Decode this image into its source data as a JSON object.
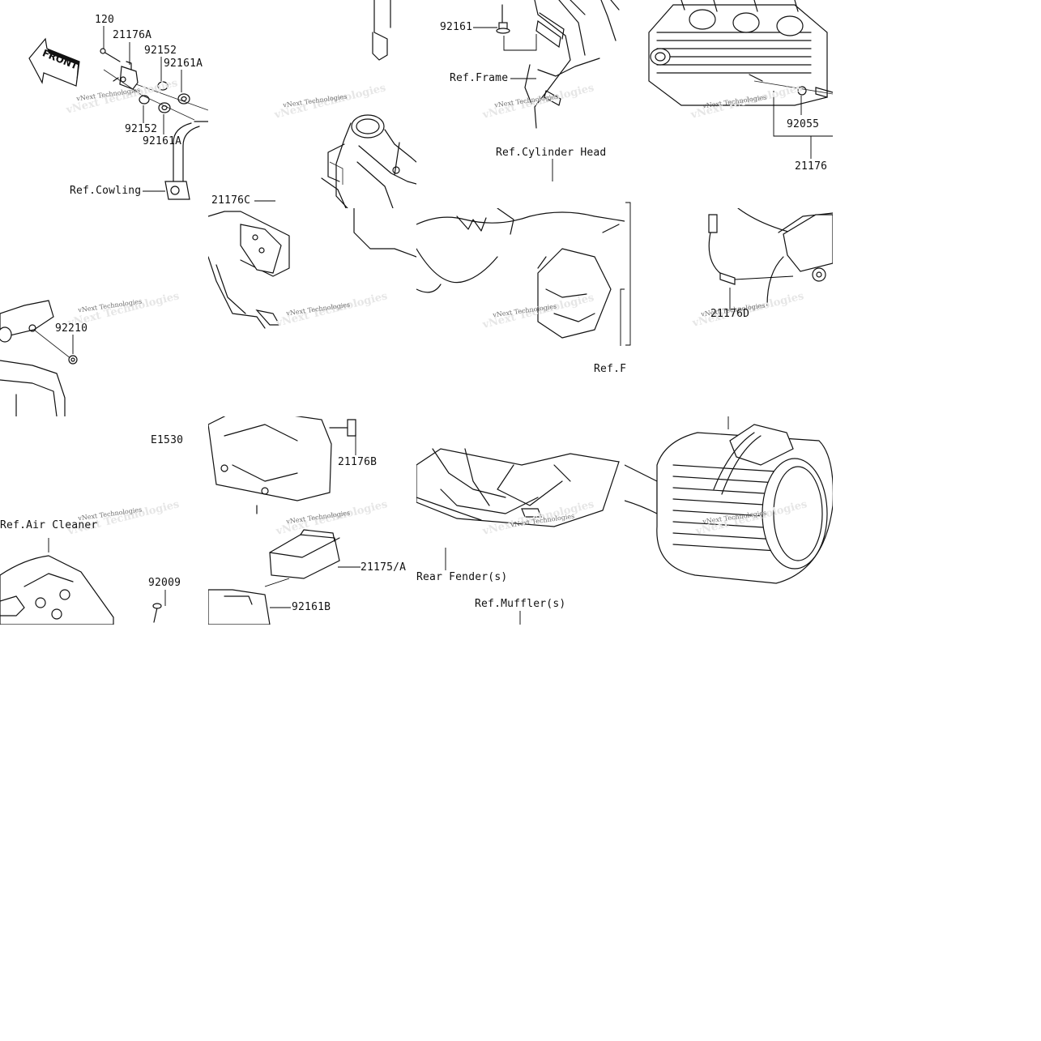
{
  "watermark": {
    "text": "vNext Technologies"
  },
  "front_arrow": {
    "text": "FRONT"
  },
  "callouts": {
    "c_120": "120",
    "c_21176A": "21176A",
    "c_92152_top": "92152",
    "c_92161A_top": "92161A",
    "c_92152_bottom": "92152",
    "c_92161A_bottom": "92161A",
    "c_ref_cowling": "Ref.Cowling",
    "c_92161": "92161",
    "c_ref_frame": "Ref.Frame",
    "c_ref_cylinder_head": "Ref.Cylinder Head",
    "c_92055": "92055",
    "c_21176": "21176",
    "c_21176C": "21176C",
    "c_92210": "92210",
    "c_21176D": "21176D",
    "c_ref_f_partial": "Ref.F",
    "c_e1530": "E1530",
    "c_21176B": "21176B",
    "c_ref_air_cleaner": "Ref.Air Cleaner",
    "c_92009": "92009",
    "c_21175A": "21175/A",
    "c_92161B": "92161B",
    "c_rear_fender": "Rear Fender(s)",
    "c_ref_mufflers": "Ref.Muffler(s)"
  }
}
